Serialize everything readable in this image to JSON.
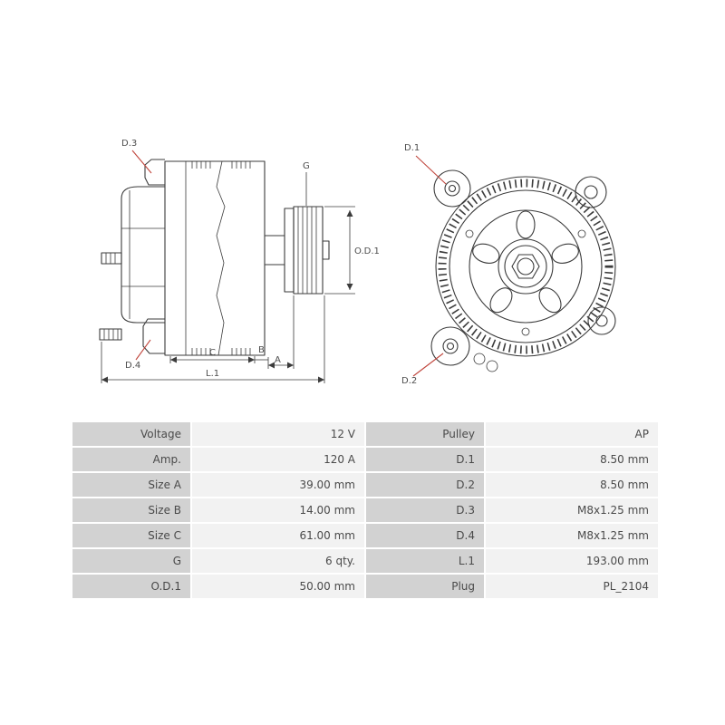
{
  "colors": {
    "page-bg": "#ffffff",
    "line": "#3b3b3b",
    "leader": "#c0453c",
    "label-text": "#4d4d4d",
    "table-label-bg": "#d2d2d2",
    "table-value-bg": "#f2f2f2",
    "table-text": "#4a4a4a"
  },
  "drawing": {
    "annotations": {
      "d3": "D.3",
      "d4": "D.4",
      "g": "G",
      "od1": "O.D.1",
      "c": "C",
      "b": "B",
      "a": "A",
      "l1": "L.1",
      "d1": "D.1",
      "d2": "D.2"
    }
  },
  "table": {
    "rows": [
      {
        "left_label": "Voltage",
        "left_value": "12 V",
        "right_label": "Pulley",
        "right_value": "AP"
      },
      {
        "left_label": "Amp.",
        "left_value": "120 A",
        "right_label": "D.1",
        "right_value": "8.50 mm"
      },
      {
        "left_label": "Size A",
        "left_value": "39.00 mm",
        "right_label": "D.2",
        "right_value": "8.50 mm"
      },
      {
        "left_label": "Size B",
        "left_value": "14.00 mm",
        "right_label": "D.3",
        "right_value": "M8x1.25 mm"
      },
      {
        "left_label": "Size C",
        "left_value": "61.00 mm",
        "right_label": "D.4",
        "right_value": "M8x1.25 mm"
      },
      {
        "left_label": "G",
        "left_value": "6 qty.",
        "right_label": "L.1",
        "right_value": "193.00 mm"
      },
      {
        "left_label": "O.D.1",
        "left_value": "50.00 mm",
        "right_label": "Plug",
        "right_value": "PL_2104"
      }
    ]
  }
}
